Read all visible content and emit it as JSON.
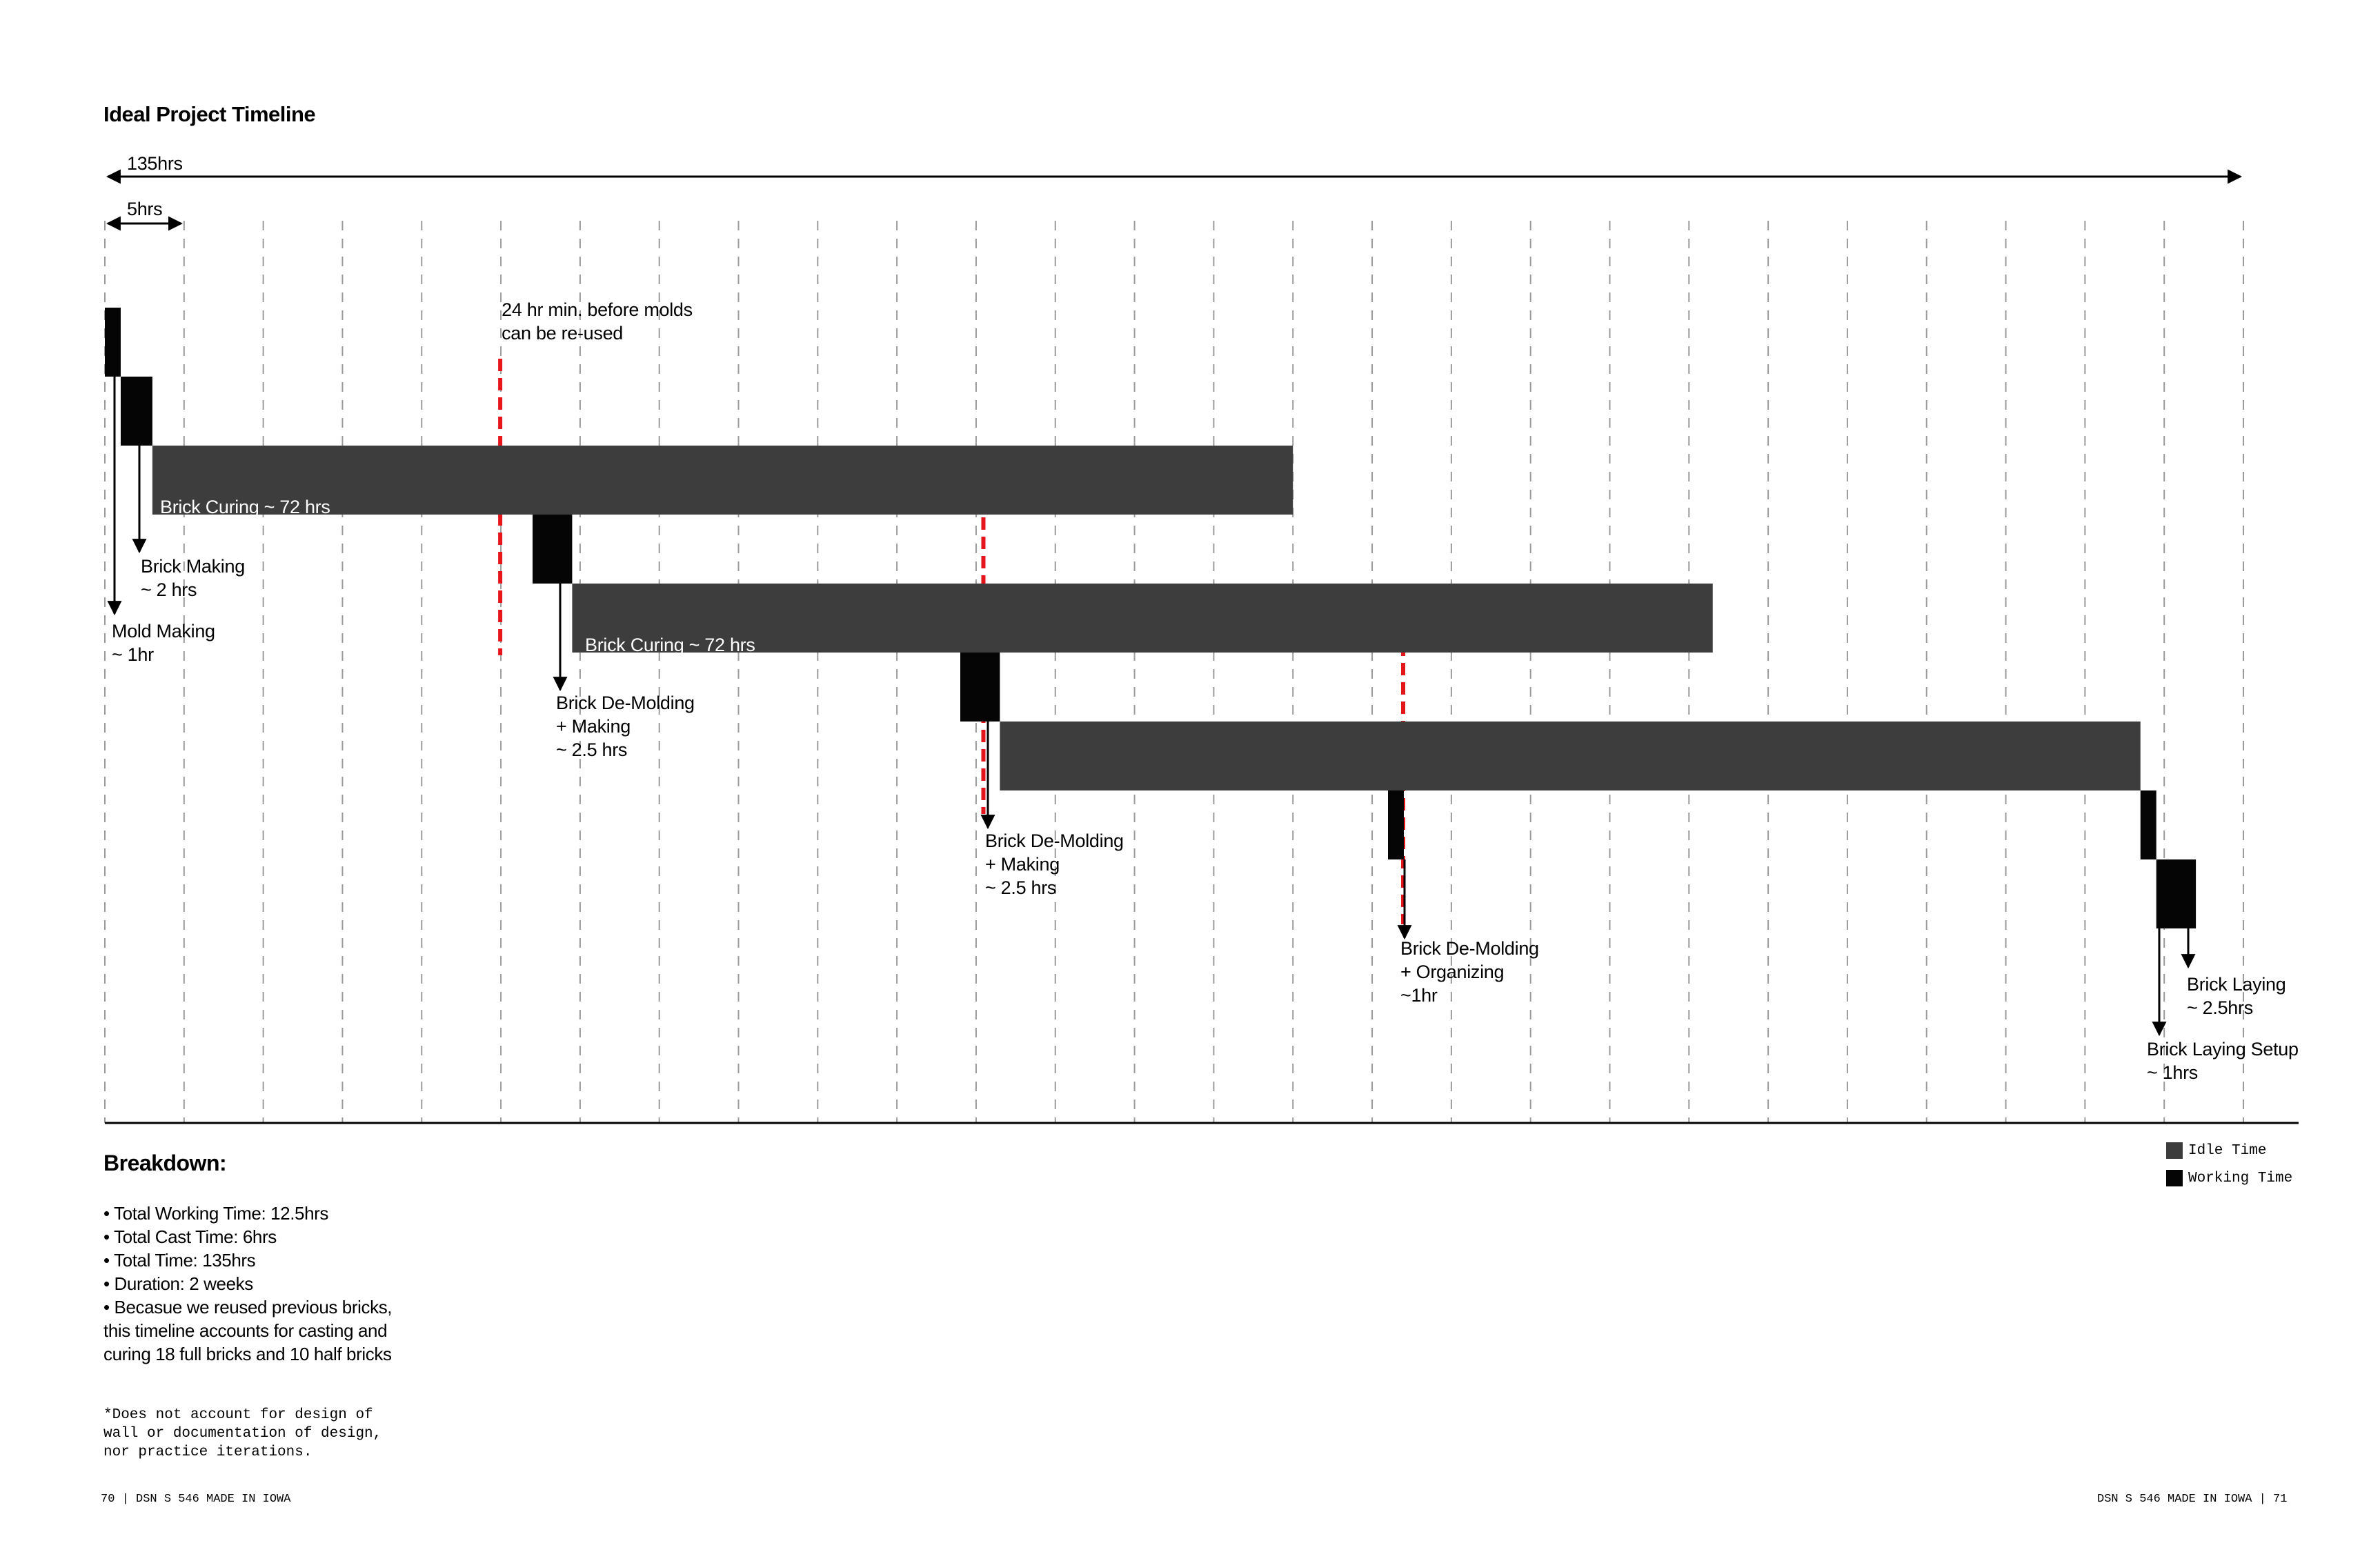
{
  "title": "Ideal Project Timeline",
  "scale": {
    "total_label": "135hrs",
    "unit_label": "5hrs",
    "total_hours": 135,
    "unit_hours": 5
  },
  "colors": {
    "idle": "#3d3d3d",
    "working": "#050505",
    "red_marker": "#e4161b",
    "grid": "#9a9a9a"
  },
  "tasks": [
    {
      "type": "working",
      "start": 0,
      "duration": 1,
      "row": 0,
      "label": [
        "Mold Making",
        "~ 1hr"
      ]
    },
    {
      "type": "working",
      "start": 1,
      "duration": 2,
      "row": 1,
      "label": [
        "Brick Making",
        " ~ 2 hrs"
      ]
    },
    {
      "type": "idle",
      "start": 3,
      "duration": 72,
      "row": 2,
      "label": [
        "Brick Curing ~ 72 hrs"
      ]
    },
    {
      "type": "working",
      "start": 27,
      "duration": 2.5,
      "row": 3,
      "label": [
        "Brick De-Molding",
        "+ Making",
        " ~ 2.5 hrs"
      ]
    },
    {
      "type": "idle",
      "start": 29.5,
      "duration": 72,
      "row": 4,
      "label": [
        "Brick Curing ~ 72 hrs"
      ]
    },
    {
      "type": "working",
      "start": 54,
      "duration": 2.5,
      "row": 5,
      "label": [
        "Brick De-Molding",
        "+ Making",
        " ~ 2.5 hrs"
      ]
    },
    {
      "type": "idle",
      "start": 56.5,
      "duration": 72,
      "row": 6,
      "label": []
    },
    {
      "type": "working",
      "start": 81,
      "duration": 1,
      "row": 7,
      "label": [
        "Brick De-Molding",
        "+ Organizing",
        "~1hr"
      ]
    },
    {
      "type": "working",
      "start": 128.5,
      "duration": 1,
      "row": 7,
      "label": [
        "Brick Laying Setup",
        "~ 1hrs"
      ]
    },
    {
      "type": "working",
      "start": 129.5,
      "duration": 2.5,
      "row": 8,
      "label": [
        "Brick Laying",
        "~ 2.5hrs"
      ]
    }
  ],
  "annotation": {
    "lines": [
      "24 hr min. before molds",
      "can be re-used"
    ]
  },
  "legend": [
    {
      "type": "idle",
      "label": "Idle Time"
    },
    {
      "type": "working",
      "label": "Working Time"
    }
  ],
  "breakdown": {
    "title": "Breakdown:",
    "items": [
      "• Total Working Time: 12.5hrs",
      "• Total Cast Time: 6hrs",
      "• Total Time: 135hrs",
      "• Duration: 2 weeks",
      "• Becasue we reused previous bricks,",
      "this timeline accounts for casting and",
      "curing 18 full bricks and 10 half bricks"
    ]
  },
  "footnote": [
    "*Does not account for design of",
    "wall or documentation of design,",
    "nor practice iterations."
  ],
  "footer": {
    "left": "70 | DSN S 546 MADE IN IOWA",
    "right": "DSN S 546 MADE IN IOWA | 71"
  }
}
